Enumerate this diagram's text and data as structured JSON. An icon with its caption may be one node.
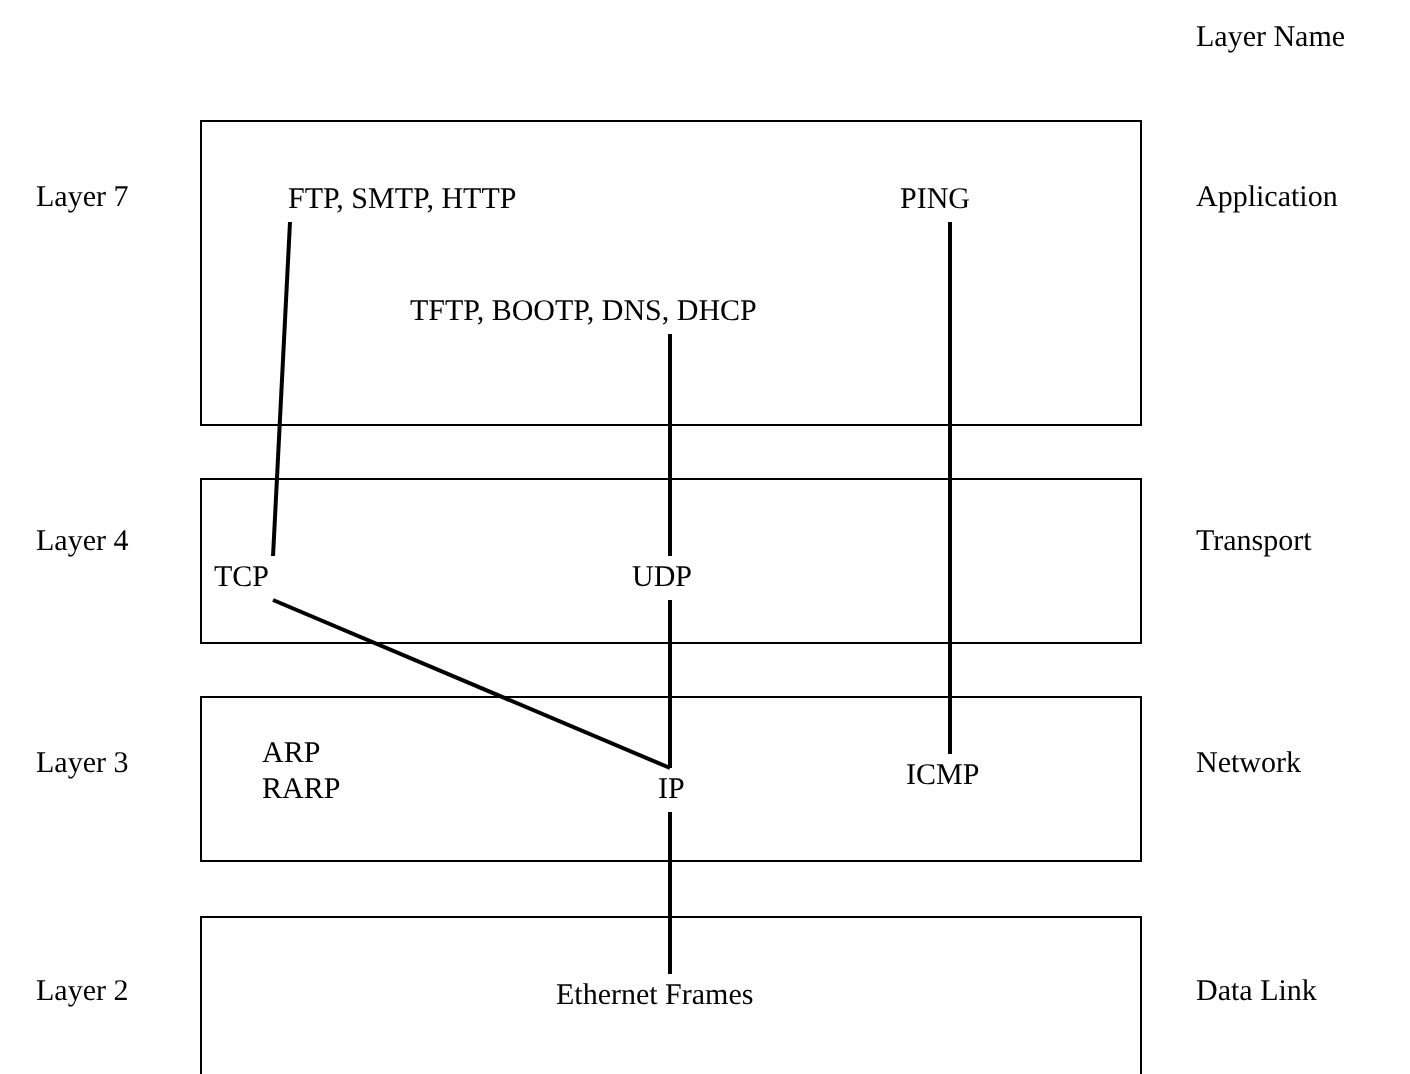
{
  "diagram": {
    "nodes": [
      {
        "text": [],
        "shape": "box",
        "beside": [
          "Layer 7",
          "Application"
        ]
      },
      {
        "text": [
          "FTP, SMTP, HTTP"
        ],
        "in": 0
      },
      {
        "text": [
          "PING"
        ],
        "in": 0
      },
      {
        "text": [
          "TFTP, BOOTP, DNS, DHCP"
        ],
        "in": 0
      },
      {
        "text": [],
        "shape": "box",
        "beside": [
          "Layer 4",
          "Transport"
        ]
      },
      {
        "text": [
          "TCP"
        ],
        "in": 4
      },
      {
        "text": [
          "UDP"
        ],
        "in": 4
      },
      {
        "text": [],
        "shape": "box",
        "beside": [
          "Layer 3",
          "Network"
        ]
      },
      {
        "text": [
          "ARP RARP"
        ],
        "in": 7
      },
      {
        "text": [
          "IP"
        ],
        "in": 7
      },
      {
        "text": [
          "ICMP"
        ],
        "in": 7
      },
      {
        "text": [],
        "shape": "box",
        "beside": [
          "Layer 2",
          "Data Link"
        ]
      },
      {
        "text": [
          "Ethernet Frames"
        ],
        "in": 11
      }
    ],
    "edges": [
      {
        "from": 1,
        "to": 5,
        "arrow": "none"
      },
      {
        "from": 3,
        "to": 6,
        "arrow": "none"
      },
      {
        "from": 2,
        "to": 10,
        "arrow": "none"
      },
      {
        "from": 5,
        "to": 9,
        "arrow": "none"
      },
      {
        "from": 6,
        "to": 9,
        "arrow": "none"
      },
      {
        "from": 9,
        "to": 12,
        "arrow": "none"
      }
    ],
    "labels": [
      "Layer Name"
    ]
  }
}
